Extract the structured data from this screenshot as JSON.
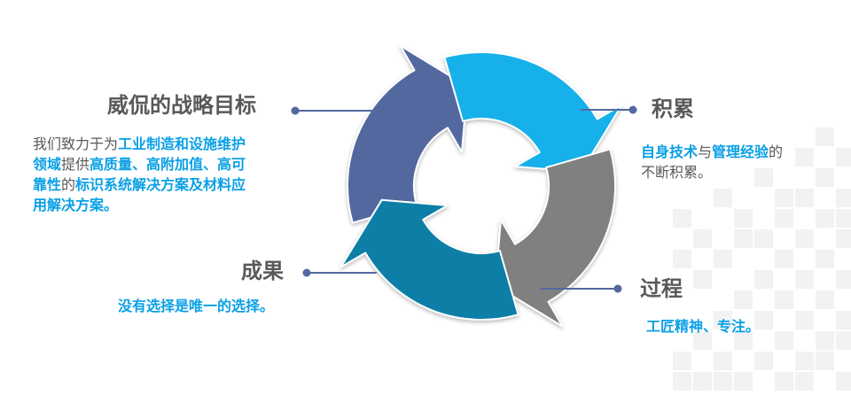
{
  "strategy": {
    "title": "威侃的战略目标",
    "lines": [
      [
        {
          "t": "我们致力于为",
          "h": false
        },
        {
          "t": "工业制造和设施维护",
          "h": true
        }
      ],
      [
        {
          "t": "领域",
          "h": true
        },
        {
          "t": "提供",
          "h": false
        },
        {
          "t": "高质量、高附加值、高可",
          "h": true
        }
      ],
      [
        {
          "t": "靠性",
          "h": true
        },
        {
          "t": "的",
          "h": false
        },
        {
          "t": "标识系统解决方案及材料应",
          "h": true
        }
      ],
      [
        {
          "t": "用解决方案。",
          "h": true
        }
      ]
    ]
  },
  "accumulation": {
    "title": "积累",
    "lines": [
      [
        {
          "t": "自身技术",
          "h": true
        },
        {
          "t": "与",
          "h": false
        },
        {
          "t": "管理经验",
          "h": true
        },
        {
          "t": "的",
          "h": false
        }
      ],
      [
        {
          "t": "不断积累。",
          "h": false
        }
      ]
    ]
  },
  "process": {
    "title": "过程",
    "lines": [
      [
        {
          "t": "工匠精神、专注。",
          "h": true
        }
      ]
    ]
  },
  "result": {
    "title": "成果",
    "lines": [
      [
        {
          "t": "没有选择是唯一的选择。",
          "h": true
        }
      ]
    ]
  },
  "colors": {
    "arrow_top_left": "#52689f",
    "arrow_top_right": "#14b0ea",
    "arrow_bottom_right": "#808080",
    "arrow_bottom_left": "#0e7fa7",
    "connector": "#52689f",
    "highlight": "#0aa0e6",
    "text": "#595959"
  }
}
